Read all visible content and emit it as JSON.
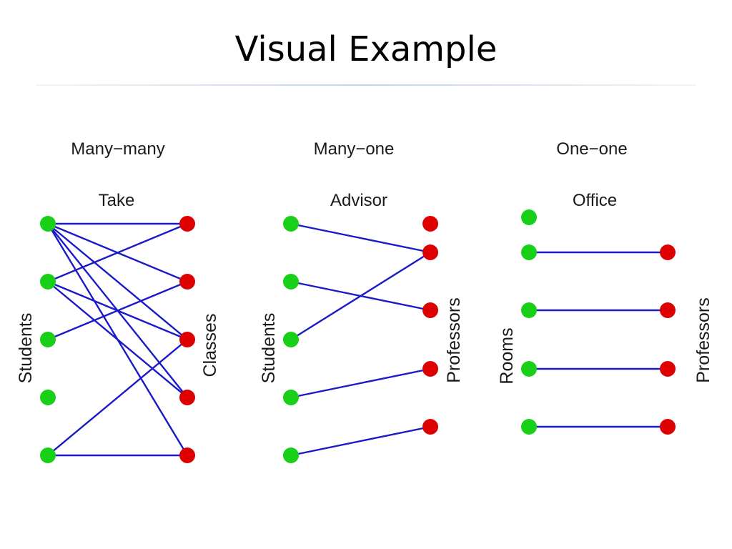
{
  "title": "Visual Example",
  "colors": {
    "left_node": "#18d018",
    "right_node": "#dd0000",
    "edge": "#1a1ac8"
  },
  "panels": [
    {
      "title": "Many−many",
      "relation": "Take",
      "left_label": "Students",
      "right_label": "Classes",
      "edges": [
        [
          0,
          0
        ],
        [
          0,
          1
        ],
        [
          0,
          2
        ],
        [
          0,
          3
        ],
        [
          0,
          4
        ],
        [
          1,
          0
        ],
        [
          1,
          2
        ],
        [
          1,
          3
        ],
        [
          2,
          1
        ],
        [
          4,
          2
        ],
        [
          4,
          4
        ]
      ]
    },
    {
      "title": "Many−one",
      "relation": "Advisor",
      "left_label": "Students",
      "right_label": "Professors",
      "edges": [
        [
          0,
          1
        ],
        [
          1,
          2
        ],
        [
          2,
          1
        ],
        [
          3,
          3
        ],
        [
          4,
          4
        ]
      ]
    },
    {
      "title": "One−one",
      "relation": "Office",
      "left_label": "Rooms",
      "right_label": "Professors",
      "edges": [
        [
          1,
          0
        ],
        [
          2,
          1
        ],
        [
          3,
          2
        ],
        [
          4,
          3
        ]
      ]
    }
  ]
}
